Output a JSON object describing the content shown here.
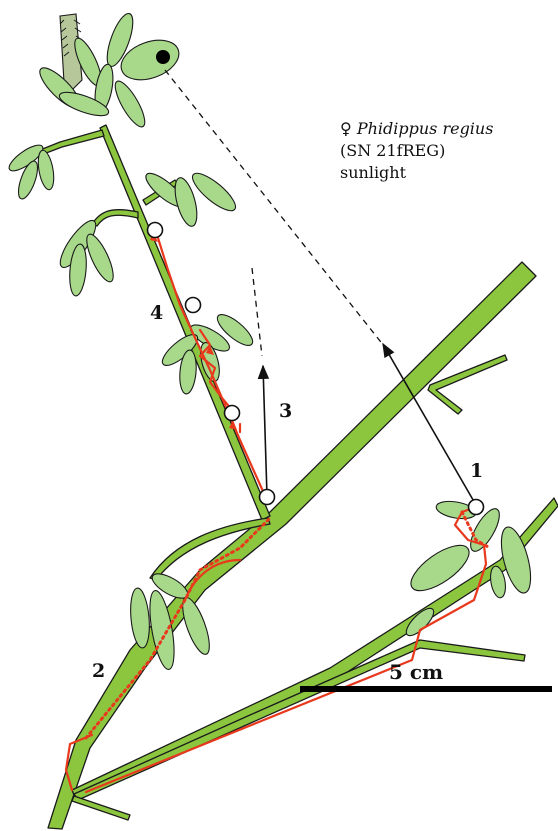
{
  "species_label": {
    "sex_symbol": "♀",
    "species": "Phidippus regius",
    "specimen": "(SN 21fREG)",
    "condition": "sunlight"
  },
  "step_labels": [
    "1",
    "2",
    "3",
    "4"
  ],
  "scale_bar": {
    "label": "5 cm"
  },
  "colors": {
    "stem": "#8cc63f",
    "leaf": "#a8d98a",
    "spider_path": "#e8391d",
    "jump": "#111111",
    "target": "#000000"
  }
}
